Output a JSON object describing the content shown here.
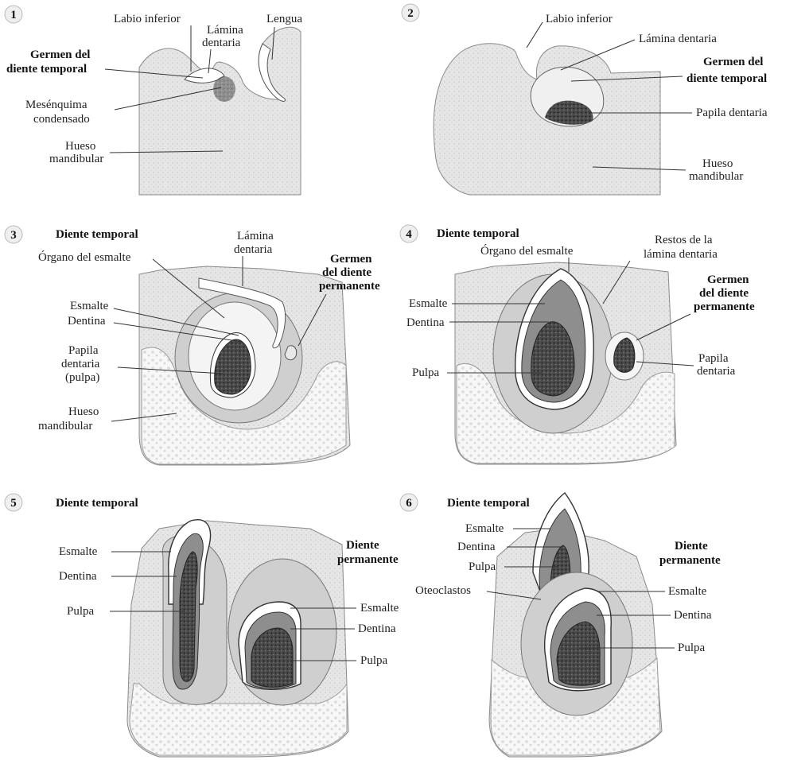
{
  "panels": [
    {
      "number": "1",
      "labels": [
        "Labio inferior",
        "Lámina",
        "dentaria",
        "Lengua",
        "Germen del",
        "diente temporal",
        "Mesénquima",
        "condensado",
        "Hueso",
        "mandibular"
      ]
    },
    {
      "number": "2",
      "labels": [
        "Labio inferior",
        "Lámina dentaria",
        "Germen del",
        "diente temporal",
        "Papila dentaria",
        "Hueso",
        "mandibular"
      ]
    },
    {
      "number": "3",
      "labels": [
        "Diente temporal",
        "Lámina",
        "dentaria",
        "Órgano del esmalte",
        "Germen",
        "del diente",
        "permanente",
        "Esmalte",
        "Dentina",
        "Papila",
        "dentaria",
        "(pulpa)",
        "Hueso",
        "mandibular"
      ]
    },
    {
      "number": "4",
      "labels": [
        "Diente temporal",
        "Restos de la",
        "lámina dentaria",
        "Órgano del esmalte",
        "Germen",
        "del diente",
        "permanente",
        "Esmalte",
        "Dentina",
        "Pulpa",
        "Papila",
        "dentaria"
      ]
    },
    {
      "number": "5",
      "labels": [
        "Diente temporal",
        "Diente",
        "permanente",
        "Esmalte",
        "Dentina",
        "Pulpa",
        "Esmalte",
        "Dentina",
        "Pulpa"
      ]
    },
    {
      "number": "6",
      "labels": [
        "Diente temporal",
        "Esmalte",
        "Dentina",
        "Pulpa",
        "Oteoclastos",
        "Diente",
        "permanente",
        "Esmalte",
        "Dentina",
        "Pulpa"
      ]
    }
  ]
}
